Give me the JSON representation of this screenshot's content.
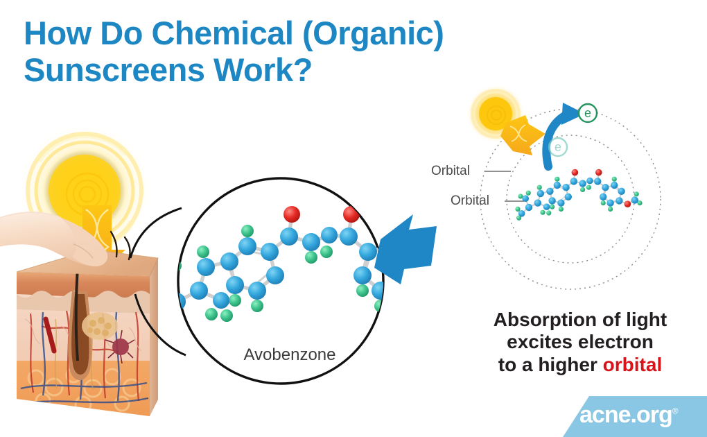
{
  "background": "#ffffff",
  "title": {
    "line1": "How Do Chemical (Organic)",
    "line2": "Sunscreens Work?",
    "color": "#1d87c4"
  },
  "left_panel": {
    "sun_icon": "radiant-sun-icon",
    "uv_arrow_icon": "uv-ray-arrow-icon",
    "finger_icon": "finger-applying-sunscreen-icon",
    "skin_icon": "skin-cross-section-icon",
    "magnifier_leader_icon": "magnifier-leader-lines-icon"
  },
  "magnifier": {
    "molecule_name": "Avobenzone",
    "molecule_icon": "avobenzone-molecule-icon",
    "atom_colors": {
      "carbon": "#2e9fd8",
      "oxygen": "#e02626",
      "hydrogen": "#3fc08a",
      "bond": "#c9c9c9"
    },
    "circle_stroke": "#1a1a1a"
  },
  "transition": {
    "arrow_icon": "blue-right-arrow-icon",
    "arrow_color": "#1f87c6"
  },
  "orbital_diagram": {
    "small_sun_icon": "small-sun-icon",
    "incoming_light_arrow_icon": "orange-light-arrow-icon",
    "excitation_arrow_icon": "blue-curved-excitation-arrow-icon",
    "outer_orbital_label": "Orbital",
    "inner_orbital_label": "Orbital",
    "electron_excited_label": "e",
    "electron_ground_label": "e",
    "electron_excited_color": "#23955c",
    "electron_ground_color": "#78c9bd",
    "orbital_stroke": "#8a8a8a",
    "molecule_icon": "avobenzone-molecule-icon"
  },
  "caption": {
    "line1": "Absorption of light",
    "line2": "excites electron",
    "line3_plain": "to a higher ",
    "line3_highlight": "orbital",
    "highlight_color": "#d9131a"
  },
  "logo": {
    "text": "acne.org",
    "registered_mark": "®",
    "plate_color": "#8ac7e4"
  }
}
